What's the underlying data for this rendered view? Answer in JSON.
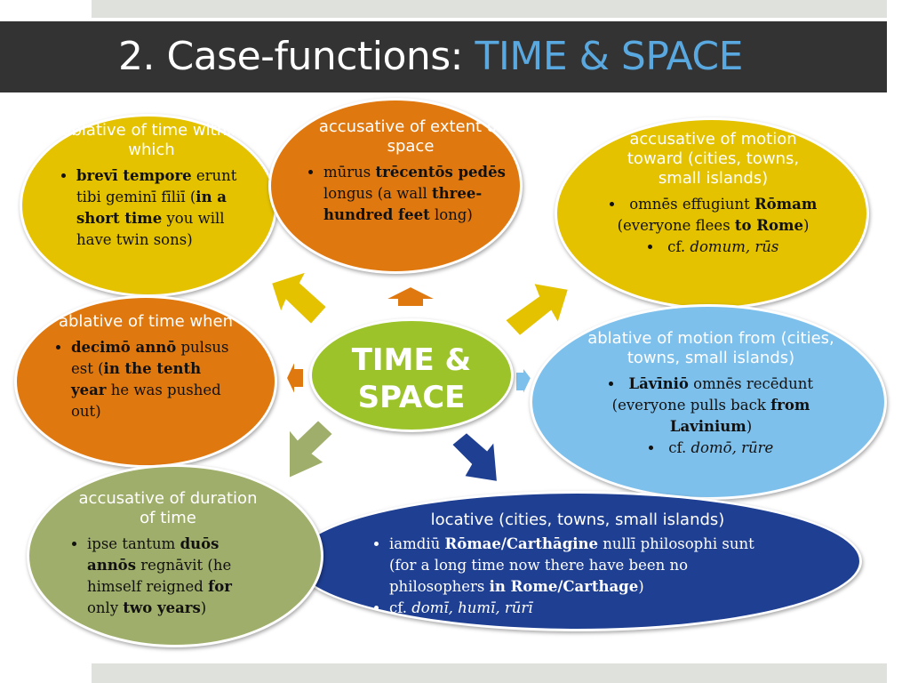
{
  "title": {
    "prefix": "2. Case-functions: ",
    "accent": "TIME & SPACE"
  },
  "center": {
    "line1": "TIME &",
    "line2": "SPACE"
  },
  "colors": {
    "title_bar": "#333333",
    "title_accent": "#5aa8e0",
    "strip": "#dfe2dc",
    "yellow": "#e4c200",
    "orange": "#e07810",
    "olive": "#9fae6a",
    "light_blue": "#7ec0ec",
    "dark_blue": "#1f3f93",
    "green": "#9cc42a"
  },
  "boxes": {
    "abl_within": {
      "head": "ablative of time within which",
      "li1": [
        {
          "b": "brevī tempore"
        },
        {
          "t": " erunt tibi geminī fīliī ("
        },
        {
          "b": "in a short time"
        },
        {
          "t": " you will have twin sons)"
        }
      ]
    },
    "acc_extent": {
      "head": "accusative of extent of space",
      "li1": [
        {
          "t": "mūrus "
        },
        {
          "b": "trēcentōs pedēs"
        },
        {
          "t": " longus (a wall "
        },
        {
          "b": "three-hundred feet"
        },
        {
          "t": " long)"
        }
      ]
    },
    "acc_motion": {
      "head": "accusative of motion toward (cities, towns, small islands)",
      "li1": [
        {
          "t": "omnēs effugiunt "
        },
        {
          "b": "Rōmam"
        },
        {
          "t": " (everyone flees "
        },
        {
          "b": "to Rome"
        },
        {
          "t": ")"
        }
      ],
      "li2": [
        {
          "t": "cf. "
        },
        {
          "i": "domum, rūs"
        }
      ]
    },
    "abl_when": {
      "head": "ablative of time when",
      "li1": [
        {
          "b": "decimō annō"
        },
        {
          "t": " pulsus est ("
        },
        {
          "b": "in the tenth year"
        },
        {
          "t": " he was pushed out)"
        }
      ]
    },
    "abl_from": {
      "head": "ablative of motion from (cities, towns, small islands)",
      "li1": [
        {
          "b": "Lāvīniō"
        },
        {
          "t": " omnēs recēdunt (everyone pulls back "
        },
        {
          "b": "from Lavinium"
        },
        {
          "t": ")"
        }
      ],
      "li2": [
        {
          "t": "cf. "
        },
        {
          "i": "domō, rūre"
        }
      ]
    },
    "acc_duration": {
      "head": "accusative of duration of time",
      "li1": [
        {
          "t": "ipse tantum "
        },
        {
          "b": "duōs annōs"
        },
        {
          "t": " regnāvit (he himself reigned "
        },
        {
          "b": "for"
        },
        {
          "t": " only "
        },
        {
          "b": "two years"
        },
        {
          "t": ")"
        }
      ]
    },
    "locative": {
      "head": "locative (cities, towns, small islands)",
      "li1": [
        {
          "t": "iamdiū "
        },
        {
          "b": "Rōmae/Carthāgine"
        },
        {
          "t": " nullī philosophi sunt (for a long time now there have been no philosophers "
        },
        {
          "b": "in Rome/Carthage"
        },
        {
          "t": ")"
        }
      ],
      "li2": [
        {
          "t": "cf. "
        },
        {
          "i": "domī, humī, rūrī"
        }
      ]
    }
  }
}
